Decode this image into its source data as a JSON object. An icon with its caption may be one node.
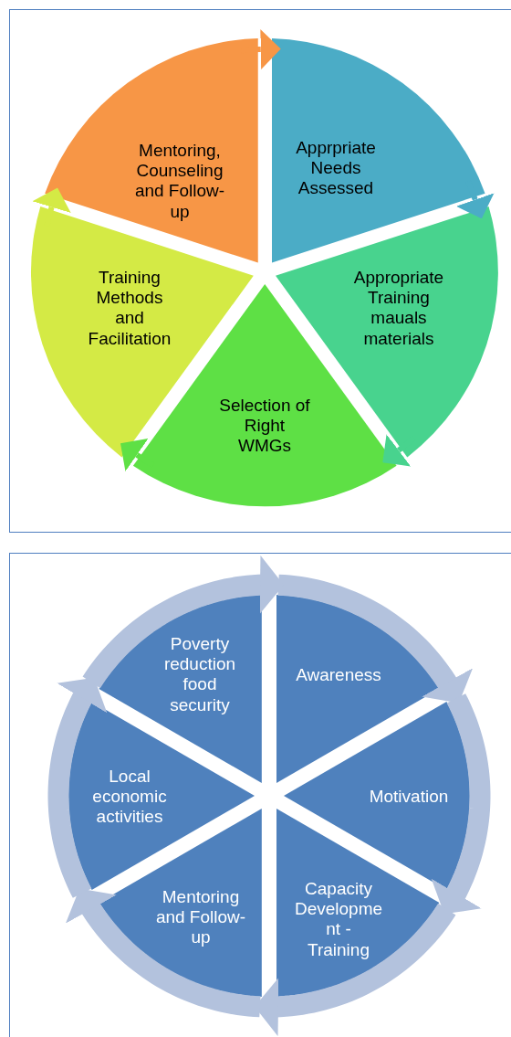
{
  "diagram": {
    "nodes": [
      {
        "text": [],
        "shape": "box"
      },
      {
        "text": [
          "Apprpriate Needs Assessed"
        ],
        "in": 0
      },
      {
        "text": [
          "Appropriate Training mauals materials"
        ],
        "in": 0
      },
      {
        "text": [
          "Selection of Right WMGs"
        ],
        "in": 0
      },
      {
        "text": [
          "Training Methods and Facilitation"
        ],
        "in": 0
      },
      {
        "text": [
          "Mentoring, Counseling and Follow-up"
        ],
        "in": 0
      },
      {
        "text": [],
        "shape": "box"
      },
      {
        "text": [
          "Awareness"
        ],
        "in": 6
      },
      {
        "text": [
          "Motivation"
        ],
        "in": 6
      },
      {
        "text": [
          "Capacity Developme nt - Training"
        ],
        "in": 6
      },
      {
        "text": [
          "Mentoring and Follow-up"
        ],
        "in": 6
      },
      {
        "text": [
          "Local economic activities"
        ],
        "in": 6
      },
      {
        "text": [
          "Poverty reduction food security"
        ],
        "in": 6
      }
    ],
    "edges": [
      {
        "from": 1,
        "to": 2,
        "arrow": "to",
        "color": "#4bacc6"
      },
      {
        "from": 2,
        "to": 3,
        "arrow": "to",
        "color": "#48d38e"
      },
      {
        "from": 3,
        "to": 4,
        "arrow": "to",
        "color": "#5ee045"
      },
      {
        "from": 4,
        "to": 5,
        "arrow": "to",
        "color": "#d4ea45"
      },
      {
        "from": 5,
        "to": 1,
        "arrow": "to",
        "color": "#f79646"
      },
      {
        "from": 7,
        "to": 8,
        "arrow": "to"
      },
      {
        "from": 8,
        "to": 9,
        "arrow": "to"
      },
      {
        "from": 9,
        "to": 10,
        "arrow": "to"
      },
      {
        "from": 10,
        "to": 11,
        "arrow": "to"
      },
      {
        "from": 11,
        "to": 12,
        "arrow": "to"
      },
      {
        "from": 12,
        "to": 7,
        "arrow": "to"
      }
    ]
  }
}
